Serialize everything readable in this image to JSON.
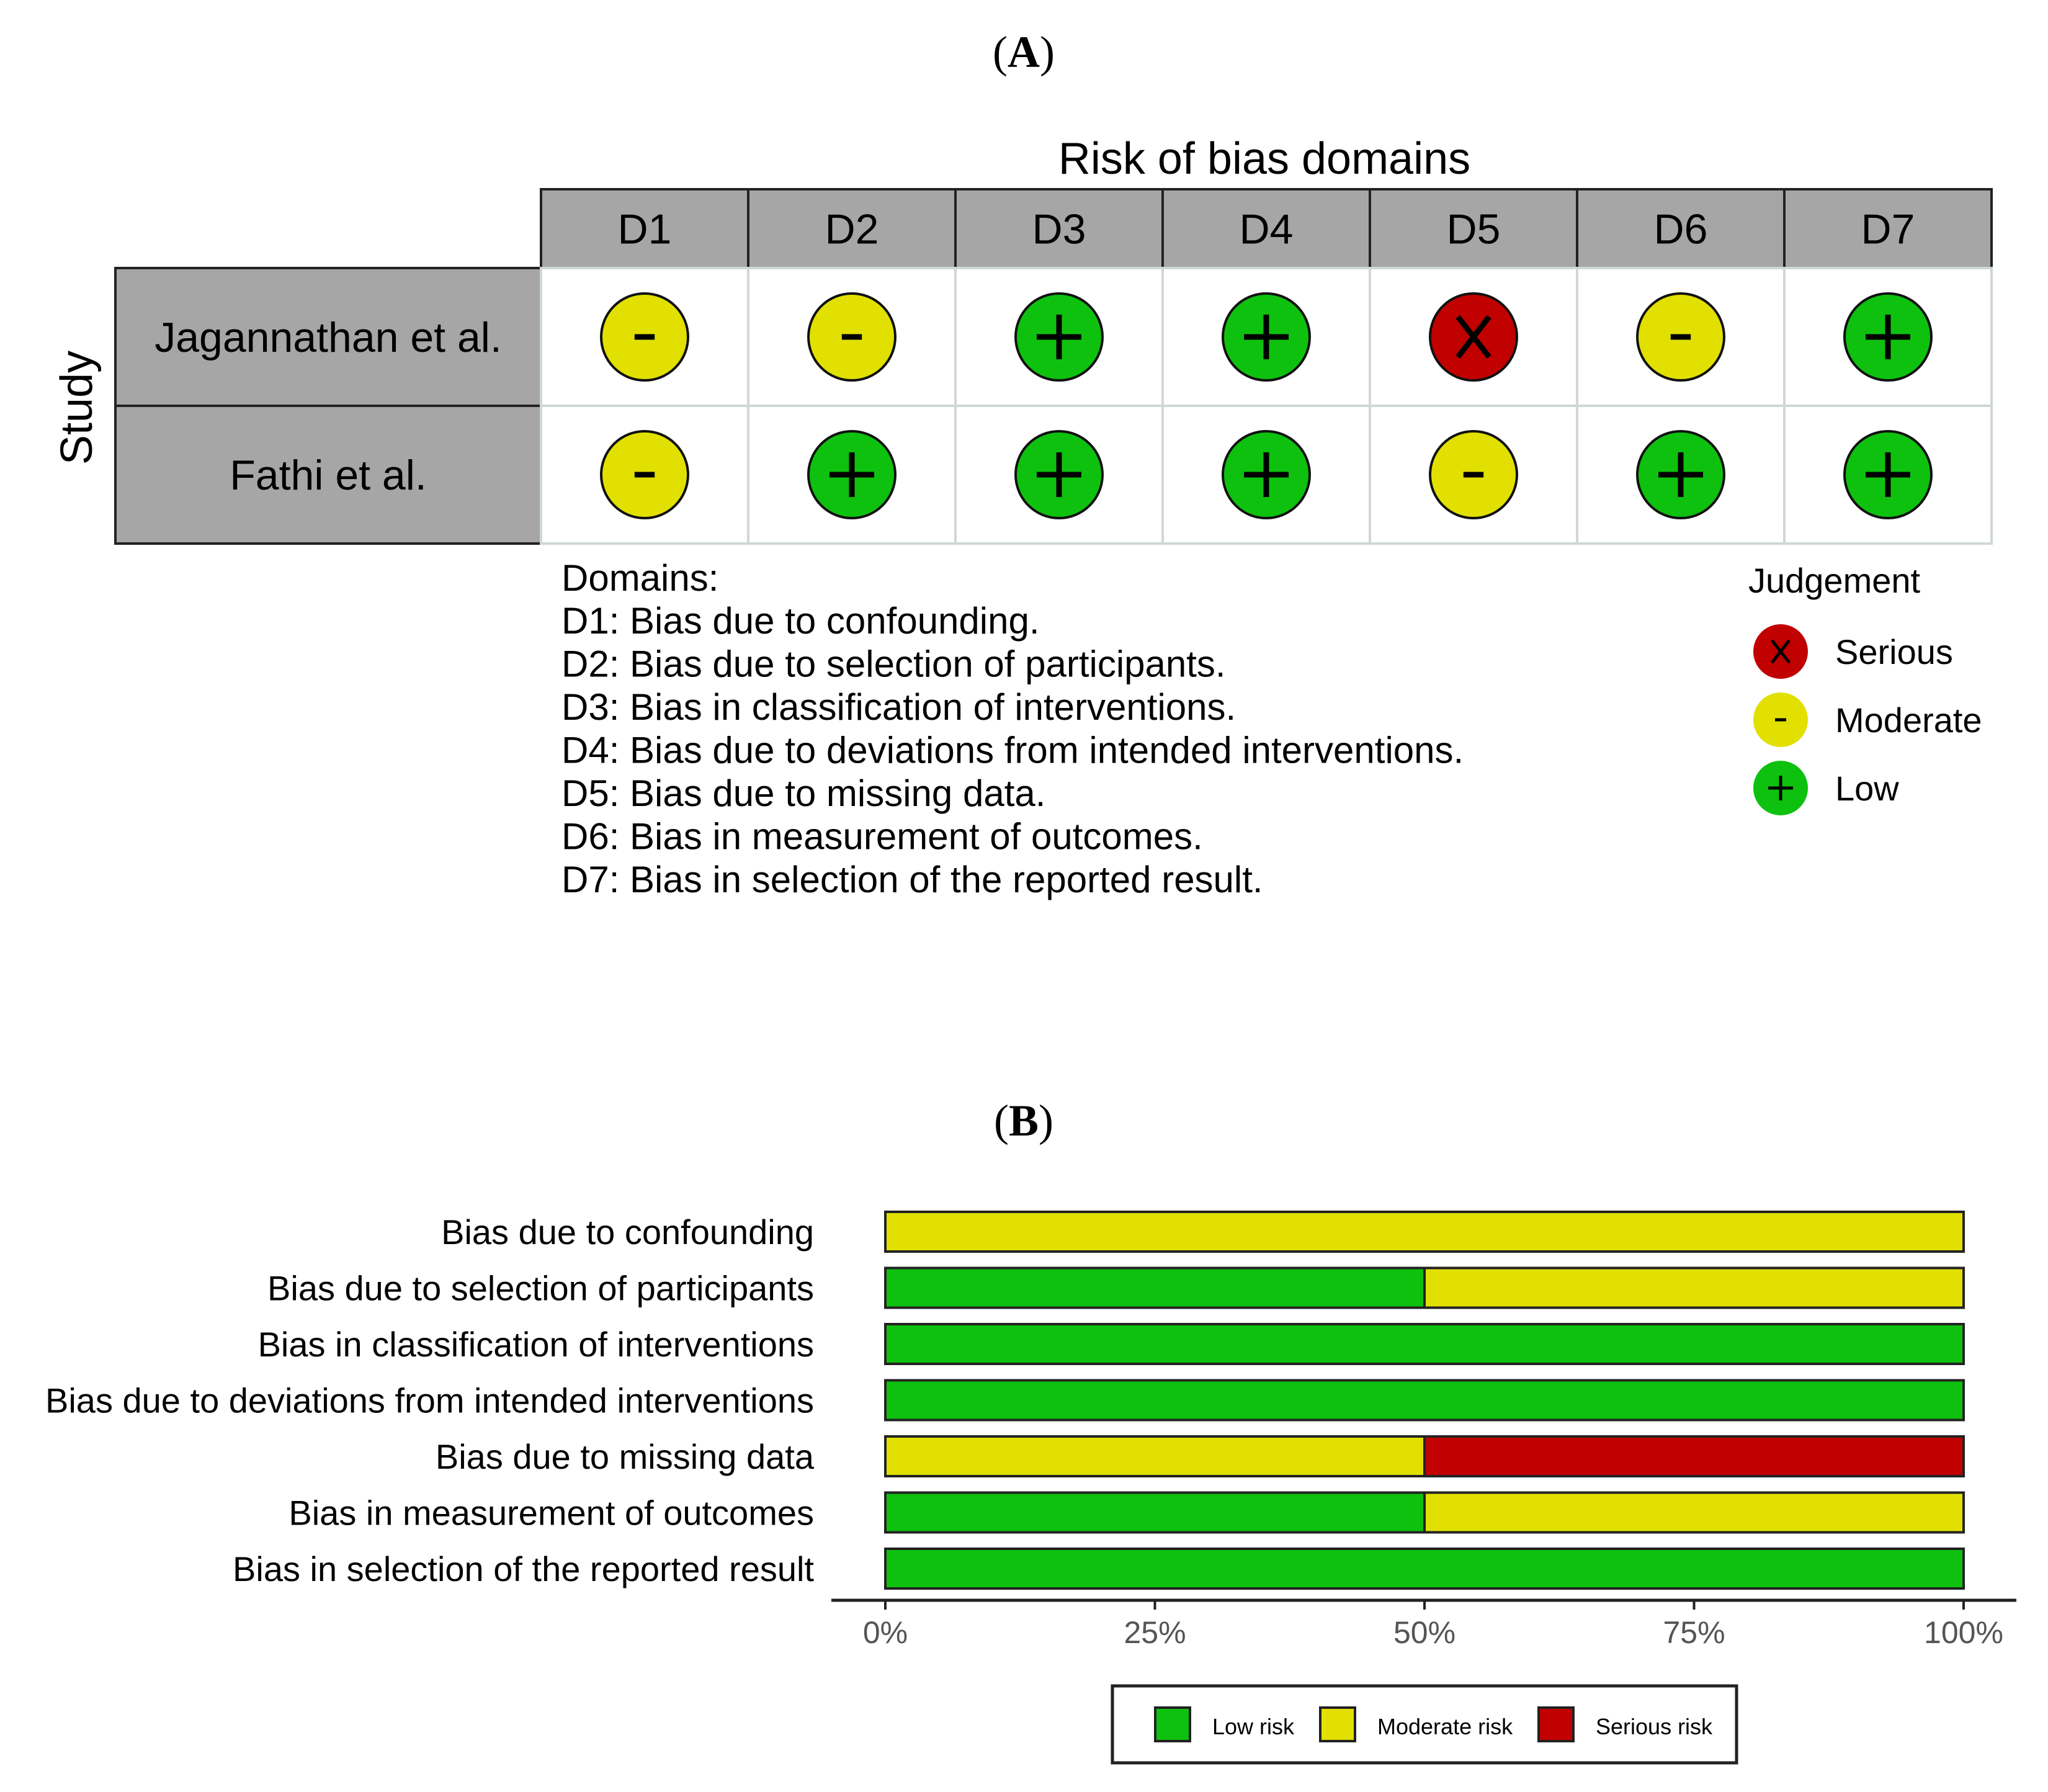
{
  "panel_a": {
    "label_open": "(",
    "label_letter": "A",
    "label_close": ")",
    "header_title": "Risk of bias domains",
    "y_label": "Study",
    "domains": [
      "D1",
      "D2",
      "D3",
      "D4",
      "D5",
      "D6",
      "D7"
    ],
    "studies": [
      {
        "name": "Jagannathan et al.",
        "judgements": [
          "Moderate",
          "Moderate",
          "Low",
          "Low",
          "Serious",
          "Moderate",
          "Low"
        ]
      },
      {
        "name": "Fathi et al.",
        "judgements": [
          "Moderate",
          "Low",
          "Low",
          "Low",
          "Moderate",
          "Low",
          "Low"
        ]
      }
    ],
    "domains_title": "Domains:",
    "domain_descriptions": [
      "D1: Bias due to confounding.",
      "D2: Bias due to selection of participants.",
      "D3: Bias in classification of interventions.",
      "D4: Bias due to deviations from intended interventions.",
      "D5: Bias due to missing data.",
      "D6: Bias in measurement of outcomes.",
      "D7: Bias in selection of the reported result."
    ],
    "legend_title": "Judgement",
    "legend": [
      {
        "key": "Serious",
        "label": "Serious",
        "symbol": "X"
      },
      {
        "key": "Moderate",
        "label": "Moderate",
        "symbol": "-"
      },
      {
        "key": "Low",
        "label": "Low",
        "symbol": "+"
      }
    ],
    "symbols": {
      "Serious": "X",
      "Moderate": "-",
      "Low": "+"
    }
  },
  "panel_b": {
    "label_open": "(",
    "label_letter": "B",
    "label_close": ")"
  },
  "colors": {
    "Low": "#0ec10e",
    "Moderate": "#e1e000",
    "Serious": "#c10000",
    "header_fill": "#a6a6a6"
  },
  "chart_data": {
    "type": "bar",
    "orientation": "horizontal",
    "stacked": true,
    "categories": [
      "Bias due to confounding",
      "Bias due to selection of participants",
      "Bias in classification of interventions",
      "Bias due to deviations from intended interventions",
      "Bias due to missing data",
      "Bias in measurement of outcomes",
      "Bias in selection of the reported result"
    ],
    "series": [
      {
        "name": "Low risk",
        "color_key": "Low",
        "values": [
          0,
          50,
          100,
          100,
          0,
          50,
          100
        ]
      },
      {
        "name": "Moderate risk",
        "color_key": "Moderate",
        "values": [
          100,
          50,
          0,
          0,
          50,
          50,
          0
        ]
      },
      {
        "name": "Serious risk",
        "color_key": "Serious",
        "values": [
          0,
          0,
          0,
          0,
          50,
          0,
          0
        ]
      }
    ],
    "xlim": [
      0,
      100
    ],
    "xticks": [
      "0%",
      "25%",
      "50%",
      "75%",
      "100%"
    ],
    "legend_position": "bottom",
    "grid": false
  }
}
